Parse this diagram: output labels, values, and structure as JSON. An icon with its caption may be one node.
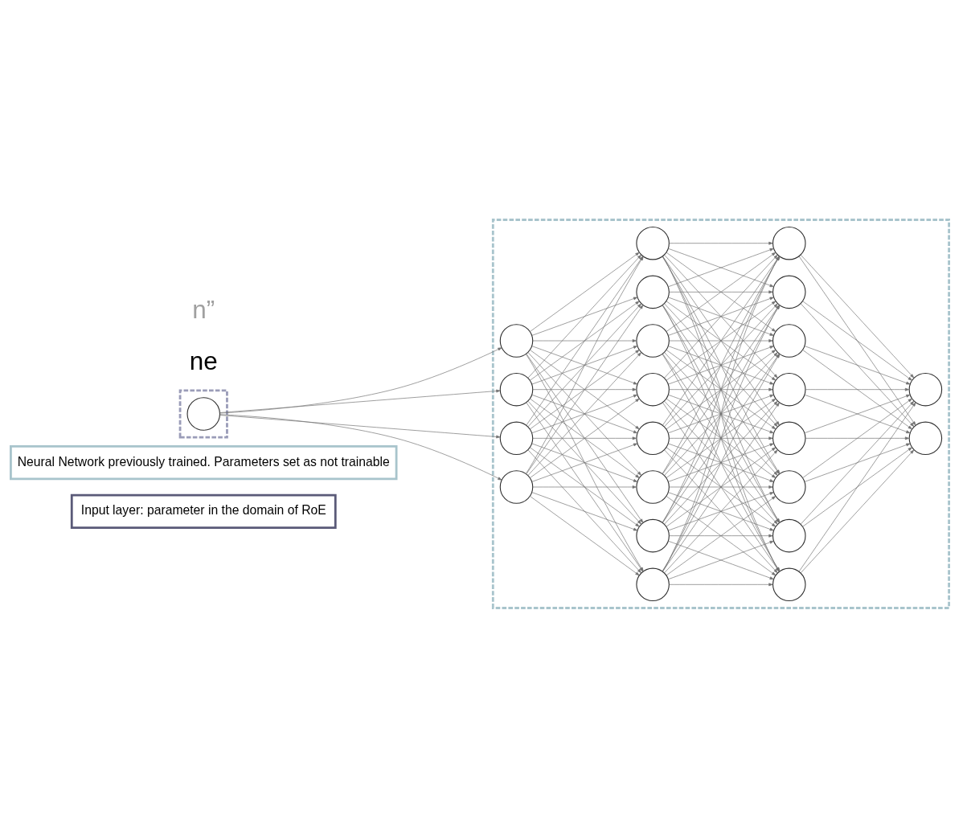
{
  "diagram": {
    "nodes": [
      {
        "text": [
          "Input layer: parameter in the domain of RoE"
        ]
      },
      {
        "text": [
          "Neural Network previously trained. Parameters set as not trainable"
        ]
      },
      {
        "text": [],
        "shape": "box"
      },
      {
        "text": [],
        "shape": "circle",
        "in": 2
      },
      {
        "text": [],
        "shape": "box"
      },
      {
        "text": [],
        "shape": "circle",
        "in": 4
      },
      {
        "text": [],
        "shape": "circle",
        "in": 4
      },
      {
        "text": [],
        "shape": "circle",
        "in": 4
      },
      {
        "text": [],
        "shape": "circle",
        "in": 4
      },
      {
        "text": [],
        "shape": "circle",
        "in": 4
      },
      {
        "text": [],
        "shape": "circle",
        "in": 4
      },
      {
        "text": [],
        "shape": "circle",
        "in": 4
      },
      {
        "text": [],
        "shape": "circle",
        "in": 4
      },
      {
        "text": [],
        "shape": "circle",
        "in": 4
      },
      {
        "text": [],
        "shape": "circle",
        "in": 4
      },
      {
        "text": [],
        "shape": "circle",
        "in": 4
      },
      {
        "text": [],
        "shape": "circle",
        "in": 4
      },
      {
        "text": [],
        "shape": "circle",
        "in": 4
      },
      {
        "text": [],
        "shape": "circle",
        "in": 4
      },
      {
        "text": [],
        "shape": "circle",
        "in": 4
      },
      {
        "text": [],
        "shape": "circle",
        "in": 4
      },
      {
        "text": [],
        "shape": "circle",
        "in": 4
      },
      {
        "text": [],
        "shape": "circle",
        "in": 4
      },
      {
        "text": [],
        "shape": "circle",
        "in": 4
      },
      {
        "text": [],
        "shape": "circle",
        "in": 4
      },
      {
        "text": [],
        "shape": "circle",
        "in": 4
      },
      {
        "text": [],
        "shape": "circle",
        "in": 4
      }
    ],
    "edges": [
      {
        "from": 3,
        "to": 5,
        "arrow": "to"
      },
      {
        "from": 3,
        "to": 6,
        "arrow": "to"
      },
      {
        "from": 3,
        "to": 7,
        "arrow": "to"
      },
      {
        "from": 3,
        "to": 8,
        "arrow": "to"
      },
      {
        "from": 5,
        "to": 9,
        "arrow": "to"
      },
      {
        "from": 5,
        "to": 10,
        "arrow": "to"
      },
      {
        "from": 5,
        "to": 11,
        "arrow": "to"
      },
      {
        "from": 5,
        "to": 12,
        "arrow": "to"
      },
      {
        "from": 5,
        "to": 13,
        "arrow": "to"
      },
      {
        "from": 5,
        "to": 14,
        "arrow": "to"
      },
      {
        "from": 5,
        "to": 15,
        "arrow": "to"
      },
      {
        "from": 5,
        "to": 16,
        "arrow": "to"
      },
      {
        "from": 6,
        "to": 9,
        "arrow": "to"
      },
      {
        "from": 6,
        "to": 10,
        "arrow": "to"
      },
      {
        "from": 6,
        "to": 11,
        "arrow": "to"
      },
      {
        "from": 6,
        "to": 12,
        "arrow": "to"
      },
      {
        "from": 6,
        "to": 13,
        "arrow": "to"
      },
      {
        "from": 6,
        "to": 14,
        "arrow": "to"
      },
      {
        "from": 6,
        "to": 15,
        "arrow": "to"
      },
      {
        "from": 6,
        "to": 16,
        "arrow": "to"
      },
      {
        "from": 7,
        "to": 9,
        "arrow": "to"
      },
      {
        "from": 7,
        "to": 10,
        "arrow": "to"
      },
      {
        "from": 7,
        "to": 11,
        "arrow": "to"
      },
      {
        "from": 7,
        "to": 12,
        "arrow": "to"
      },
      {
        "from": 7,
        "to": 13,
        "arrow": "to"
      },
      {
        "from": 7,
        "to": 14,
        "arrow": "to"
      },
      {
        "from": 7,
        "to": 15,
        "arrow": "to"
      },
      {
        "from": 7,
        "to": 16,
        "arrow": "to"
      },
      {
        "from": 8,
        "to": 9,
        "arrow": "to"
      },
      {
        "from": 8,
        "to": 10,
        "arrow": "to"
      },
      {
        "from": 8,
        "to": 11,
        "arrow": "to"
      },
      {
        "from": 8,
        "to": 12,
        "arrow": "to"
      },
      {
        "from": 8,
        "to": 13,
        "arrow": "to"
      },
      {
        "from": 8,
        "to": 14,
        "arrow": "to"
      },
      {
        "from": 8,
        "to": 15,
        "arrow": "to"
      },
      {
        "from": 8,
        "to": 16,
        "arrow": "to"
      },
      {
        "from": 9,
        "to": 17,
        "arrow": "to"
      },
      {
        "from": 9,
        "to": 18,
        "arrow": "to"
      },
      {
        "from": 9,
        "to": 19,
        "arrow": "to"
      },
      {
        "from": 9,
        "to": 20,
        "arrow": "to"
      },
      {
        "from": 9,
        "to": 21,
        "arrow": "to"
      },
      {
        "from": 9,
        "to": 22,
        "arrow": "to"
      },
      {
        "from": 9,
        "to": 23,
        "arrow": "to"
      },
      {
        "from": 9,
        "to": 24,
        "arrow": "to"
      },
      {
        "from": 10,
        "to": 17,
        "arrow": "to"
      },
      {
        "from": 10,
        "to": 18,
        "arrow": "to"
      },
      {
        "from": 10,
        "to": 19,
        "arrow": "to"
      },
      {
        "from": 10,
        "to": 20,
        "arrow": "to"
      },
      {
        "from": 10,
        "to": 21,
        "arrow": "to"
      },
      {
        "from": 10,
        "to": 22,
        "arrow": "to"
      },
      {
        "from": 10,
        "to": 23,
        "arrow": "to"
      },
      {
        "from": 10,
        "to": 24,
        "arrow": "to"
      },
      {
        "from": 11,
        "to": 17,
        "arrow": "to"
      },
      {
        "from": 11,
        "to": 18,
        "arrow": "to"
      },
      {
        "from": 11,
        "to": 19,
        "arrow": "to"
      },
      {
        "from": 11,
        "to": 20,
        "arrow": "to"
      },
      {
        "from": 11,
        "to": 21,
        "arrow": "to"
      },
      {
        "from": 11,
        "to": 22,
        "arrow": "to"
      },
      {
        "from": 11,
        "to": 23,
        "arrow": "to"
      },
      {
        "from": 11,
        "to": 24,
        "arrow": "to"
      },
      {
        "from": 12,
        "to": 17,
        "arrow": "to"
      },
      {
        "from": 12,
        "to": 18,
        "arrow": "to"
      },
      {
        "from": 12,
        "to": 19,
        "arrow": "to"
      },
      {
        "from": 12,
        "to": 20,
        "arrow": "to"
      },
      {
        "from": 12,
        "to": 21,
        "arrow": "to"
      },
      {
        "from": 12,
        "to": 22,
        "arrow": "to"
      },
      {
        "from": 12,
        "to": 23,
        "arrow": "to"
      },
      {
        "from": 12,
        "to": 24,
        "arrow": "to"
      },
      {
        "from": 13,
        "to": 17,
        "arrow": "to"
      },
      {
        "from": 13,
        "to": 18,
        "arrow": "to"
      },
      {
        "from": 13,
        "to": 19,
        "arrow": "to"
      },
      {
        "from": 13,
        "to": 20,
        "arrow": "to"
      },
      {
        "from": 13,
        "to": 21,
        "arrow": "to"
      },
      {
        "from": 13,
        "to": 22,
        "arrow": "to"
      },
      {
        "from": 13,
        "to": 23,
        "arrow": "to"
      },
      {
        "from": 13,
        "to": 24,
        "arrow": "to"
      },
      {
        "from": 14,
        "to": 17,
        "arrow": "to"
      },
      {
        "from": 14,
        "to": 18,
        "arrow": "to"
      },
      {
        "from": 14,
        "to": 19,
        "arrow": "to"
      },
      {
        "from": 14,
        "to": 20,
        "arrow": "to"
      },
      {
        "from": 14,
        "to": 21,
        "arrow": "to"
      },
      {
        "from": 14,
        "to": 22,
        "arrow": "to"
      },
      {
        "from": 14,
        "to": 23,
        "arrow": "to"
      },
      {
        "from": 14,
        "to": 24,
        "arrow": "to"
      },
      {
        "from": 15,
        "to": 17,
        "arrow": "to"
      },
      {
        "from": 15,
        "to": 18,
        "arrow": "to"
      },
      {
        "from": 15,
        "to": 19,
        "arrow": "to"
      },
      {
        "from": 15,
        "to": 20,
        "arrow": "to"
      },
      {
        "from": 15,
        "to": 21,
        "arrow": "to"
      },
      {
        "from": 15,
        "to": 22,
        "arrow": "to"
      },
      {
        "from": 15,
        "to": 23,
        "arrow": "to"
      },
      {
        "from": 15,
        "to": 24,
        "arrow": "to"
      },
      {
        "from": 16,
        "to": 17,
        "arrow": "to"
      },
      {
        "from": 16,
        "to": 18,
        "arrow": "to"
      },
      {
        "from": 16,
        "to": 19,
        "arrow": "to"
      },
      {
        "from": 16,
        "to": 20,
        "arrow": "to"
      },
      {
        "from": 16,
        "to": 21,
        "arrow": "to"
      },
      {
        "from": 16,
        "to": 22,
        "arrow": "to"
      },
      {
        "from": 16,
        "to": 23,
        "arrow": "to"
      },
      {
        "from": 16,
        "to": 24,
        "arrow": "to"
      },
      {
        "from": 17,
        "to": 25,
        "arrow": "to"
      },
      {
        "from": 17,
        "to": 26,
        "arrow": "to"
      },
      {
        "from": 18,
        "to": 25,
        "arrow": "to"
      },
      {
        "from": 18,
        "to": 26,
        "arrow": "to"
      },
      {
        "from": 19,
        "to": 25,
        "arrow": "to"
      },
      {
        "from": 19,
        "to": 26,
        "arrow": "to"
      },
      {
        "from": 20,
        "to": 25,
        "arrow": "to"
      },
      {
        "from": 20,
        "to": 26,
        "arrow": "to"
      },
      {
        "from": 21,
        "to": 25,
        "arrow": "to"
      },
      {
        "from": 21,
        "to": 26,
        "arrow": "to"
      },
      {
        "from": 22,
        "to": 25,
        "arrow": "to"
      },
      {
        "from": 22,
        "to": 26,
        "arrow": "to"
      },
      {
        "from": 23,
        "to": 25,
        "arrow": "to"
      },
      {
        "from": 23,
        "to": 26,
        "arrow": "to"
      },
      {
        "from": 24,
        "to": 25,
        "arrow": "to"
      },
      {
        "from": 24,
        "to": 26,
        "arrow": "to"
      }
    ],
    "labels": [
      "ne",
      "n”"
    ]
  }
}
